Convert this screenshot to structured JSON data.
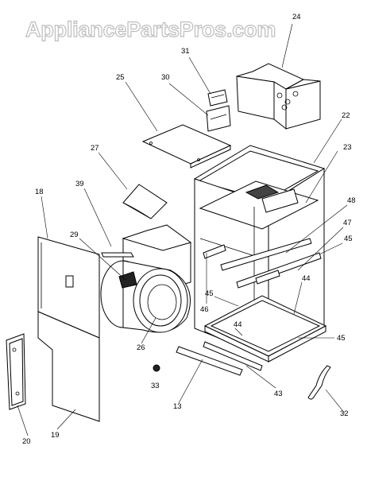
{
  "watermark": "AppliancePartsPros.com",
  "callouts": {
    "c24": "24",
    "c31": "31",
    "c30": "30",
    "c25": "25",
    "c22": "22",
    "c23": "23",
    "c27": "27",
    "c39": "39",
    "c18": "18",
    "c48": "48",
    "c29": "29",
    "c47": "47",
    "c45a": "45",
    "c45b": "45",
    "c45c": "45",
    "c44a": "44",
    "c44b": "44",
    "c46": "46",
    "c26": "26",
    "c33": "33",
    "c43": "43",
    "c13": "13",
    "c32": "32",
    "c20": "20",
    "c19": "19"
  }
}
